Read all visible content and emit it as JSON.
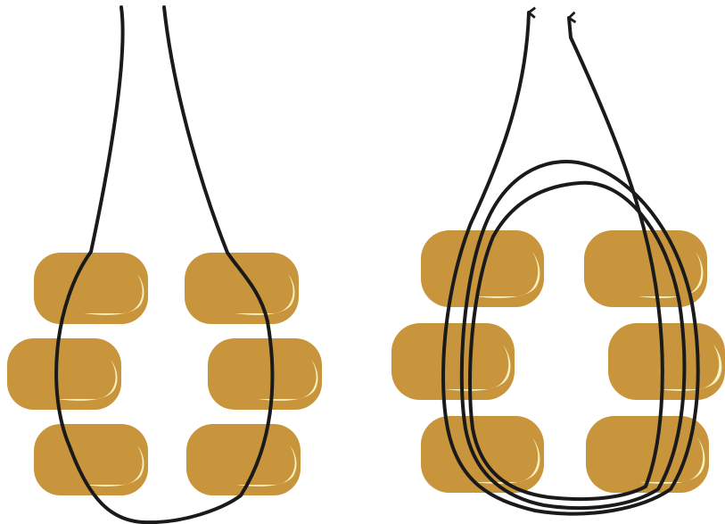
{
  "diagram": {
    "background": "#ffffff",
    "bead_color": "#c8953c",
    "bead_highlight_color": "#f7f2c0",
    "thread_color": "#1a1a1a",
    "panels": [
      {
        "name": "before-pass",
        "bead_count": 6,
        "thread_passes": 1,
        "thread_ends": [
          "top-left",
          "top-right"
        ],
        "arrowheads": false
      },
      {
        "name": "after-passes",
        "bead_count": 6,
        "thread_passes": 3,
        "thread_ends": [
          "top-left",
          "top-right"
        ],
        "arrowheads": true
      }
    ]
  }
}
